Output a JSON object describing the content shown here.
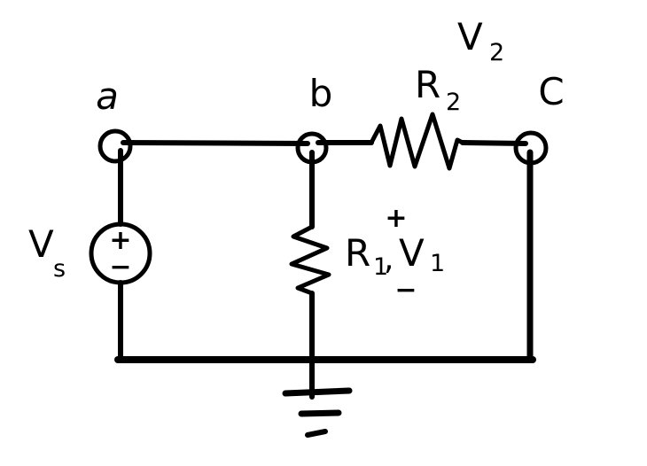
{
  "canvas": {
    "background": "#ffffff",
    "ink": "#000000"
  },
  "circuit": {
    "nodes": {
      "a": "a",
      "b": "b",
      "c": "C"
    },
    "source": {
      "label_base": "V",
      "label_sub": "s",
      "plus": "+",
      "minus": "−"
    },
    "voltage_v2": {
      "label_base": "V",
      "label_sub": "2"
    },
    "resistor_r2": {
      "label_base": "R",
      "label_sub": "2"
    },
    "resistor_r1": {
      "label_base": "R",
      "label_sub": "1"
    },
    "voltage_v1": {
      "label_base": "V",
      "label_sub": "1",
      "plus": "+",
      "minus": "−"
    },
    "separator": ","
  }
}
